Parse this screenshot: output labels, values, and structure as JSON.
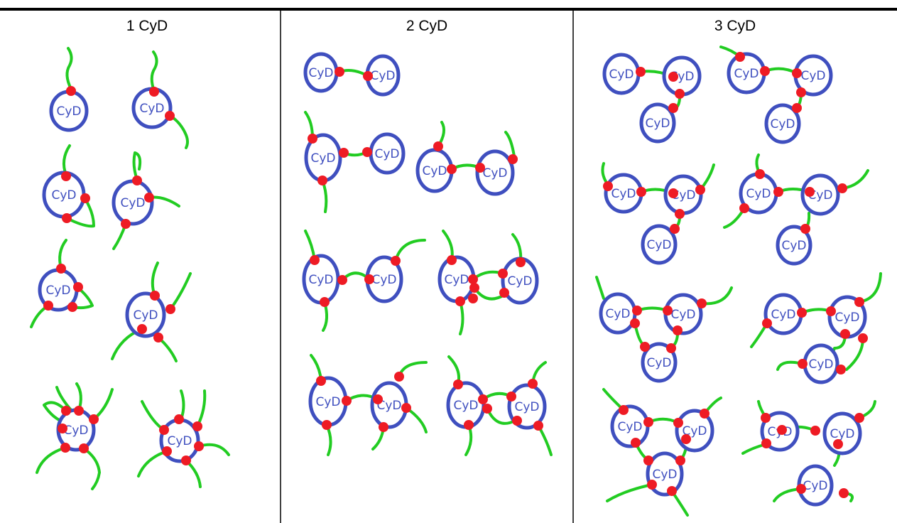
{
  "columns": [
    {
      "header": "1 CyD"
    },
    {
      "header": "2 CyD"
    },
    {
      "header": "3 CyD"
    }
  ],
  "unit_label": "CyD",
  "colors": {
    "ring": "#3f4fbf",
    "chain": "#22cc22",
    "dot": "#ee1b24",
    "frame": "#000000"
  },
  "counts": {
    "col1_structures": 8,
    "col2_structures": 7,
    "col3_structures": 8
  }
}
